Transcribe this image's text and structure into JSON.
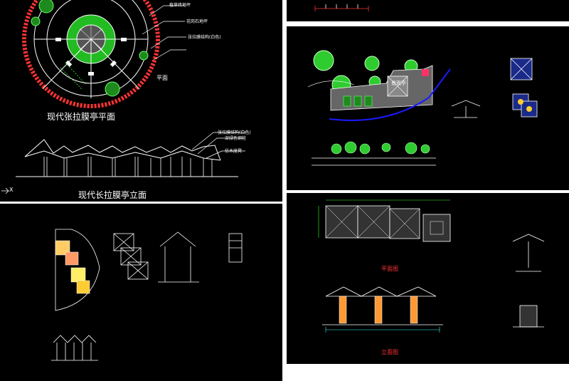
{
  "top_left": {
    "title_plan": "现代张拉膜亭平面",
    "title_elev": "现代长拉膜亭立面",
    "plan_label": "平面",
    "callouts": [
      "植草砖地坪",
      "花岗石地坪",
      "张拉膜结构(白色)"
    ],
    "elev_callouts": [
      "张拉膜结构(白色)",
      "深绿色钢柱",
      "仿木座凳"
    ],
    "ucs": "X"
  },
  "top_right": {
    "pavilion_label": "景观亭",
    "colors": {
      "blue_curve": "#1a1aff",
      "tree": "#22cc22",
      "magenta": "#ff33cc"
    }
  },
  "bottom_right": {
    "plan_title": "平面图",
    "elev_title": "立面图"
  },
  "colors": {
    "background": "#000000",
    "green": "#33ff33",
    "yellow": "#ffff33",
    "cyan": "#33ffff",
    "red": "#ff3333",
    "orange": "#ff9933",
    "white": "#ffffff"
  }
}
